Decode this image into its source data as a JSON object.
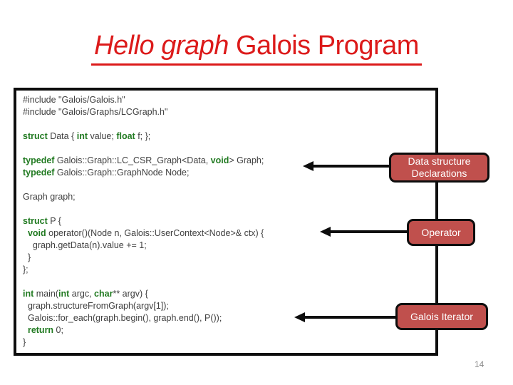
{
  "title": {
    "italic": "Hello graph",
    "regular": " Galois Program"
  },
  "code": {
    "lines": [
      [
        [
          "t",
          "#include \"Galois/Galois.h\""
        ]
      ],
      [
        [
          "t",
          "#include \"Galois/Graphs/LCGraph.h\""
        ]
      ],
      [],
      [
        [
          "k",
          "struct"
        ],
        [
          "t",
          " Data { "
        ],
        [
          "k",
          "int"
        ],
        [
          "t",
          " value; "
        ],
        [
          "k",
          "float"
        ],
        [
          "t",
          " f; };"
        ]
      ],
      [],
      [
        [
          "k",
          "typedef"
        ],
        [
          "t",
          " Galois::Graph::LC_CSR_Graph<Data, "
        ],
        [
          "k",
          "void"
        ],
        [
          "t",
          "> Graph;"
        ]
      ],
      [
        [
          "k",
          "typedef"
        ],
        [
          "t",
          " Galois::Graph::GraphNode Node;"
        ]
      ],
      [],
      [
        [
          "t",
          "Graph graph;"
        ]
      ],
      [],
      [
        [
          "k",
          "struct"
        ],
        [
          "t",
          " P {"
        ]
      ],
      [
        [
          "t",
          "  "
        ],
        [
          "k",
          "void"
        ],
        [
          "t",
          " operator()(Node n, Galois::UserContext<Node>& ctx) {"
        ]
      ],
      [
        [
          "t",
          "    graph.getData(n).value += 1;"
        ]
      ],
      [
        [
          "t",
          "  }"
        ]
      ],
      [
        [
          "t",
          "};"
        ]
      ],
      [],
      [
        [
          "k",
          "int"
        ],
        [
          "t",
          " main("
        ],
        [
          "k",
          "int"
        ],
        [
          "t",
          " argc, "
        ],
        [
          "k",
          "char"
        ],
        [
          "t",
          "** argv) {"
        ]
      ],
      [
        [
          "t",
          "  graph.structureFromGraph(argv[1]);"
        ]
      ],
      [
        [
          "t",
          "  Galois::for_each(graph.begin(), graph.end(), P());"
        ]
      ],
      [
        [
          "t",
          "  "
        ],
        [
          "k",
          "return"
        ],
        [
          "t",
          " 0;"
        ]
      ],
      [
        [
          "t",
          "}"
        ]
      ]
    ]
  },
  "callouts": [
    {
      "label": "Data structure Declarations"
    },
    {
      "label": "Operator"
    },
    {
      "label": "Galois Iterator"
    }
  ],
  "page_number": "14",
  "colors": {
    "title_red": "#dc1a1a",
    "callout_fill": "#c0504d",
    "keyword_green": "#217a21",
    "code_text": "#3f3f3f",
    "line_black": "#0d0d0d",
    "page_number_gray": "#8c8c8c"
  }
}
